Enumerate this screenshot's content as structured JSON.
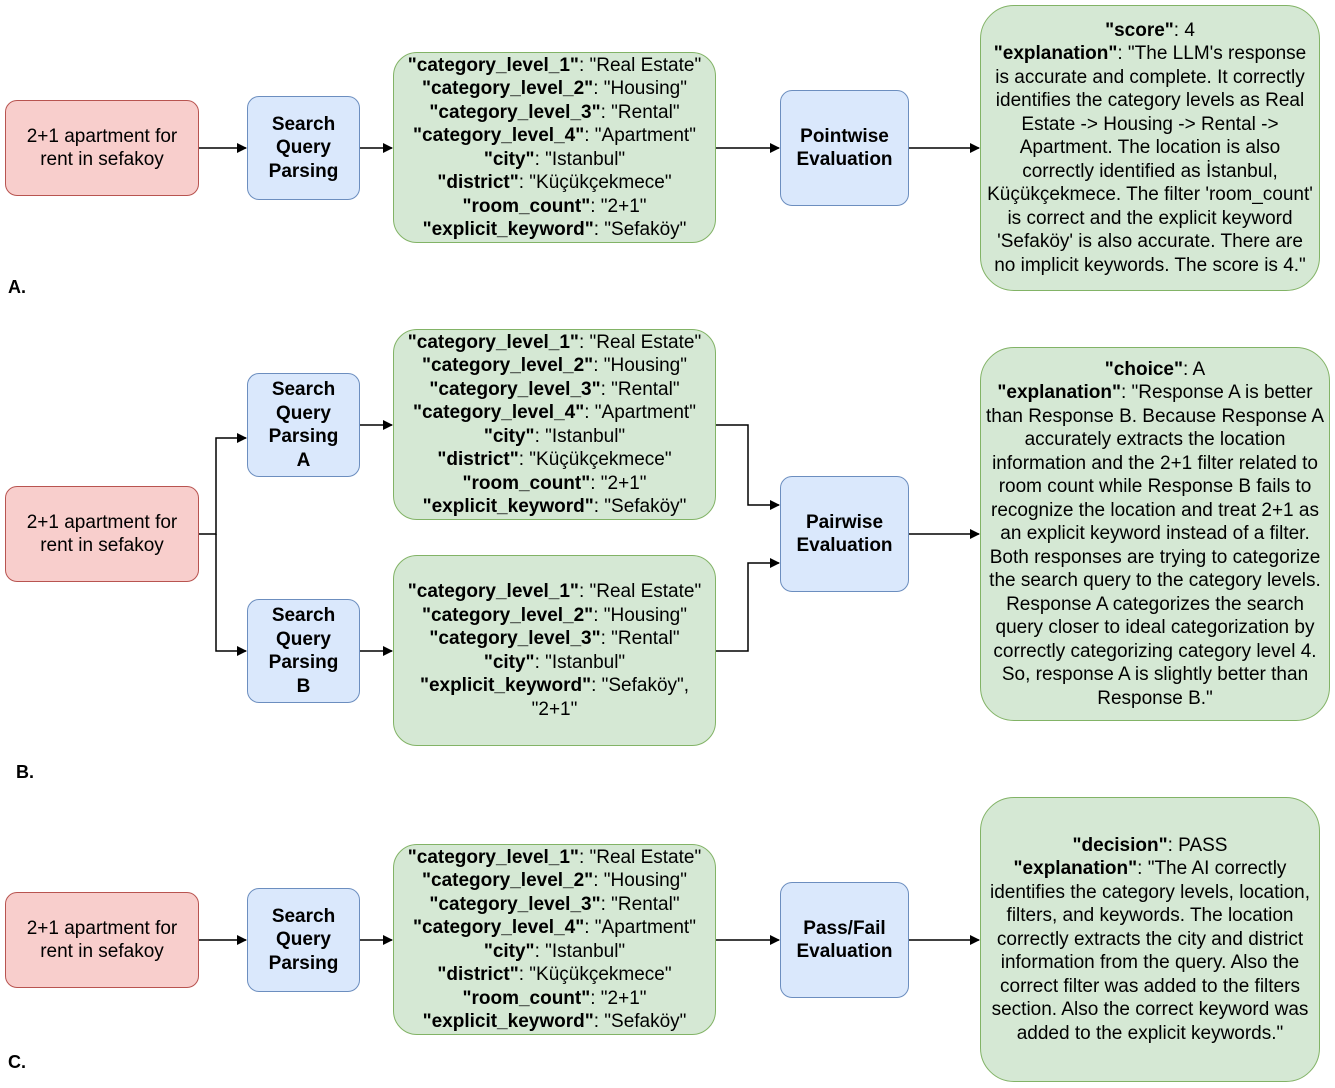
{
  "panels": {
    "a": {
      "label": "A.",
      "query": "2+1 apartment for rent in sefakoy",
      "parser": [
        "Search",
        "Query",
        "Parsing"
      ],
      "parsed": [
        {
          "key": "\"category_level_1\"",
          "value": ": \"Real Estate\""
        },
        {
          "key": "\"category_level_2\"",
          "value": ": \"Housing\""
        },
        {
          "key": "\"category_level_3\"",
          "value": ": \"Rental\""
        },
        {
          "key": "\"category_level_4\"",
          "value": ": \"Apartment\""
        },
        {
          "key": "\"city\"",
          "value": ": \"Istanbul\""
        },
        {
          "key": "\"district\"",
          "value": ": \"Küçükçekmece\""
        },
        {
          "key": "\"room_count\"",
          "value": ": \"2+1\""
        },
        {
          "key": "\"explicit_keyword\"",
          "value": ": \"Sefaköy\""
        }
      ],
      "evaluator": [
        "Pointwise",
        "Evaluation"
      ],
      "result_head": {
        "key": "\"score\"",
        "value": ": 4"
      },
      "result_expl_key": "\"explanation\"",
      "result_expl_lines": [
        ": \"The LLM's response",
        "is accurate and complete. It correctly",
        "identifies the category levels as Real",
        "Estate -> Housing -> Rental ->",
        "Apartment. The location is also",
        "correctly identified as İstanbul,",
        "Küçükçekmece. The filter 'room_count'",
        "is correct and the explicit keyword",
        "'Sefaköy' is also accurate. There are",
        "no implicit keywords. The score is 4.\""
      ]
    },
    "b": {
      "label": "B.",
      "query": "2+1 apartment for rent in sefakoy",
      "parser_a": [
        "Search",
        "Query",
        "Parsing",
        "A"
      ],
      "parser_b": [
        "Search",
        "Query",
        "Parsing",
        "B"
      ],
      "parsed_a": [
        {
          "key": "\"category_level_1\"",
          "value": ": \"Real Estate\""
        },
        {
          "key": "\"category_level_2\"",
          "value": ": \"Housing\""
        },
        {
          "key": "\"category_level_3\"",
          "value": ": \"Rental\""
        },
        {
          "key": "\"category_level_4\"",
          "value": ": \"Apartment\""
        },
        {
          "key": "\"city\"",
          "value": ": \"Istanbul\""
        },
        {
          "key": "\"district\"",
          "value": ": \"Küçükçekmece\""
        },
        {
          "key": "\"room_count\"",
          "value": ": \"2+1\""
        },
        {
          "key": "\"explicit_keyword\"",
          "value": ": \"Sefaköy\""
        }
      ],
      "parsed_b": [
        {
          "key": "\"category_level_1\"",
          "value": ": \"Real Estate\""
        },
        {
          "key": "\"category_level_2\"",
          "value": ": \"Housing\""
        },
        {
          "key": "\"category_level_3\"",
          "value": ": \"Rental\""
        },
        {
          "key": "\"city\"",
          "value": ": \"Istanbul\""
        },
        {
          "key": "\"explicit_keyword\"",
          "value": ": \"Sefaköy\","
        },
        {
          "key": "",
          "value": "\"2+1\""
        }
      ],
      "evaluator": [
        "Pairwise",
        "Evaluation"
      ],
      "result_head": {
        "key": "\"choice\"",
        "value": ": A"
      },
      "result_expl_key": "\"explanation\"",
      "result_expl_lines": [
        ": \"Response A is better",
        "than Response B. Because Response A",
        "accurately extracts the location",
        "information and the 2+1 filter related to",
        "room count while Response B fails to",
        "recognize the location and treat 2+1 as",
        "an explicit keyword instead of a filter.",
        "Both responses are trying to categorize",
        "the search query to the category levels.",
        "Response A categorizes the search",
        "query closer to ideal categorization by",
        "correctly categorizing category level 4.",
        "So, response A is slightly better than",
        "Response B.\""
      ]
    },
    "c": {
      "label": "C.",
      "query": "2+1 apartment for rent in sefakoy",
      "parser": [
        "Search",
        "Query",
        "Parsing"
      ],
      "parsed": [
        {
          "key": "\"category_level_1\"",
          "value": ": \"Real Estate\""
        },
        {
          "key": "\"category_level_2\"",
          "value": ": \"Housing\""
        },
        {
          "key": "\"category_level_3\"",
          "value": ": \"Rental\""
        },
        {
          "key": "\"category_level_4\"",
          "value": ": \"Apartment\""
        },
        {
          "key": "\"city\"",
          "value": ": \"Istanbul\""
        },
        {
          "key": "\"district\"",
          "value": ": \"Küçükçekmece\""
        },
        {
          "key": "\"room_count\"",
          "value": ": \"2+1\""
        },
        {
          "key": "\"explicit_keyword\"",
          "value": ": \"Sefaköy\""
        }
      ],
      "evaluator": [
        "Pass/Fail",
        "Evaluation"
      ],
      "result_head": {
        "key": "\"decision\"",
        "value": ": PASS"
      },
      "result_expl_key": "\"explanation\"",
      "result_expl_lines": [
        ": \"The AI correctly",
        "identifies the category levels, location,",
        "filters, and keywords. The location",
        "correctly extracts the city and district",
        "information from the query. Also the",
        "correct filter was added to the filters",
        "section. Also the correct keyword was",
        "added to the explicit keywords.\""
      ]
    }
  }
}
